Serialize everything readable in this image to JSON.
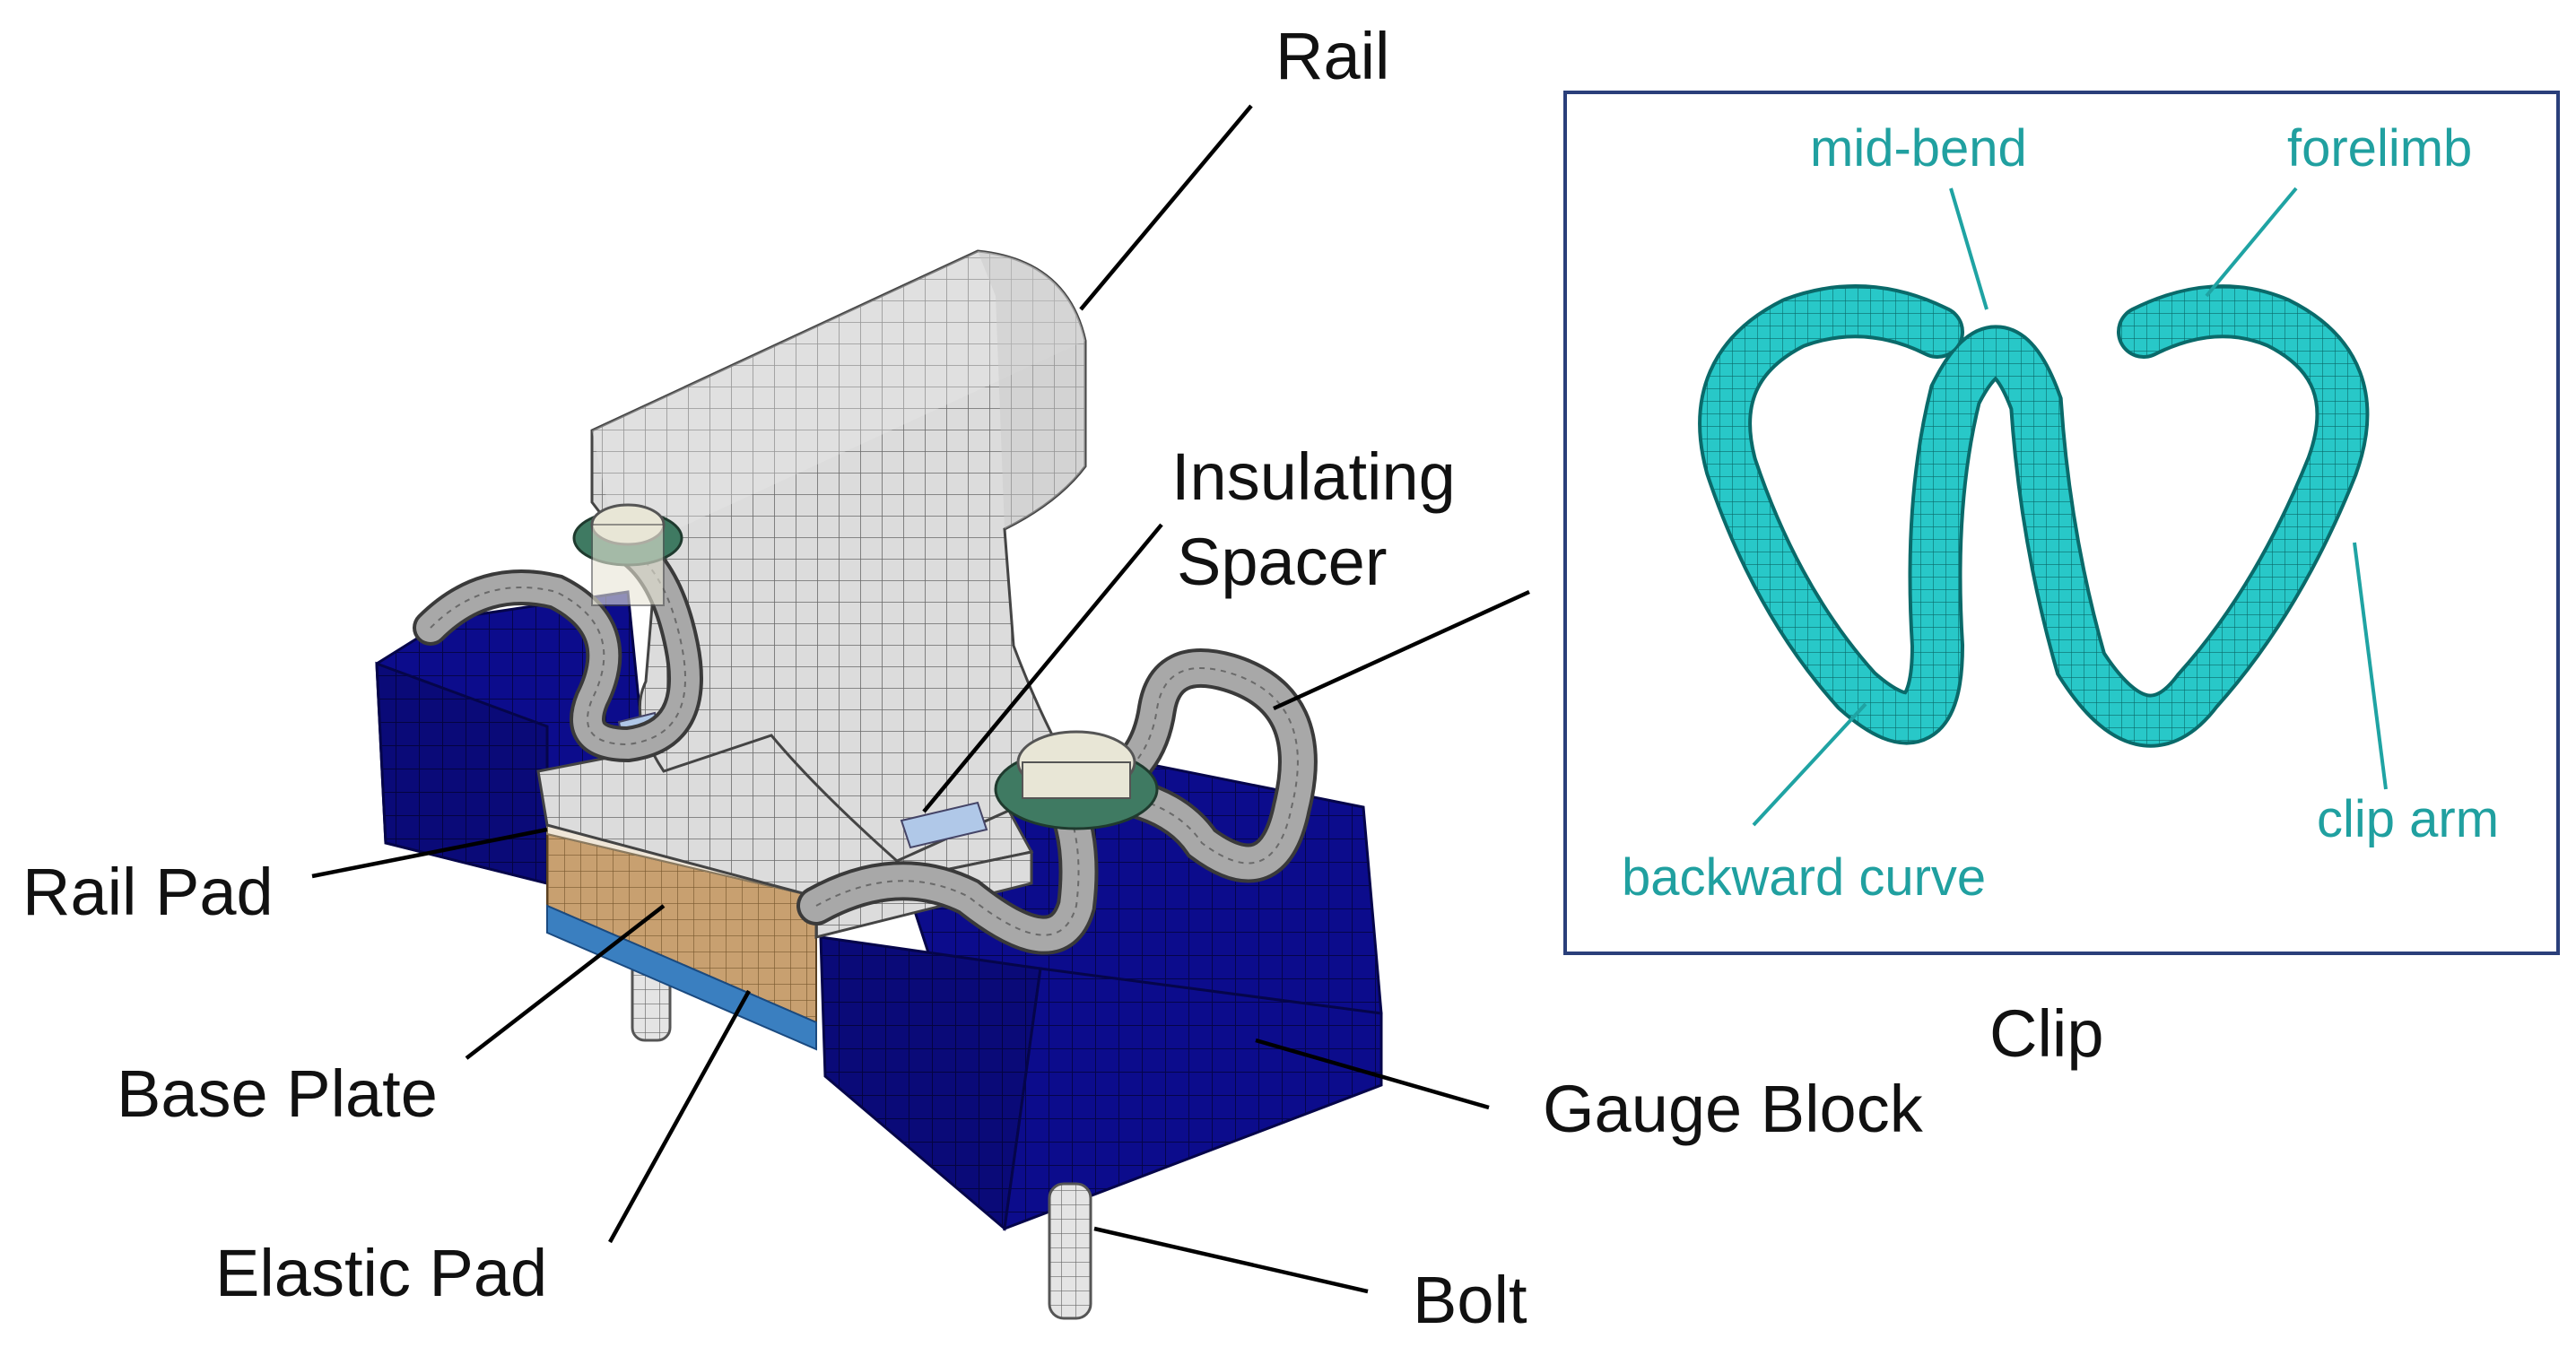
{
  "labels": {
    "rail": "Rail",
    "insulating_spacer_line1": "Insulating",
    "insulating_spacer_line2": "Spacer",
    "rail_pad": "Rail Pad",
    "base_plate": "Base Plate",
    "elastic_pad": "Elastic Pad",
    "gauge_block": "Gauge Block",
    "bolt": "Bolt",
    "clip_caption": "Clip"
  },
  "clip_inset": {
    "mid_bend": "mid-bend",
    "forelimb": "forelimb",
    "clip_arm": "clip arm",
    "backward_curve": "backward curve"
  },
  "colors": {
    "gauge_block": "#0c0c8c",
    "rail": "#dcdcdc",
    "clip_mesh": "#28c8c8",
    "annotation_teal": "#20a0a0",
    "rail_pad": "#c8a070",
    "elastic_pad": "#3a7fc0",
    "washer": "#3f7a62",
    "bolt": "#e8e6d6",
    "inset_border": "#2a3f7a"
  }
}
